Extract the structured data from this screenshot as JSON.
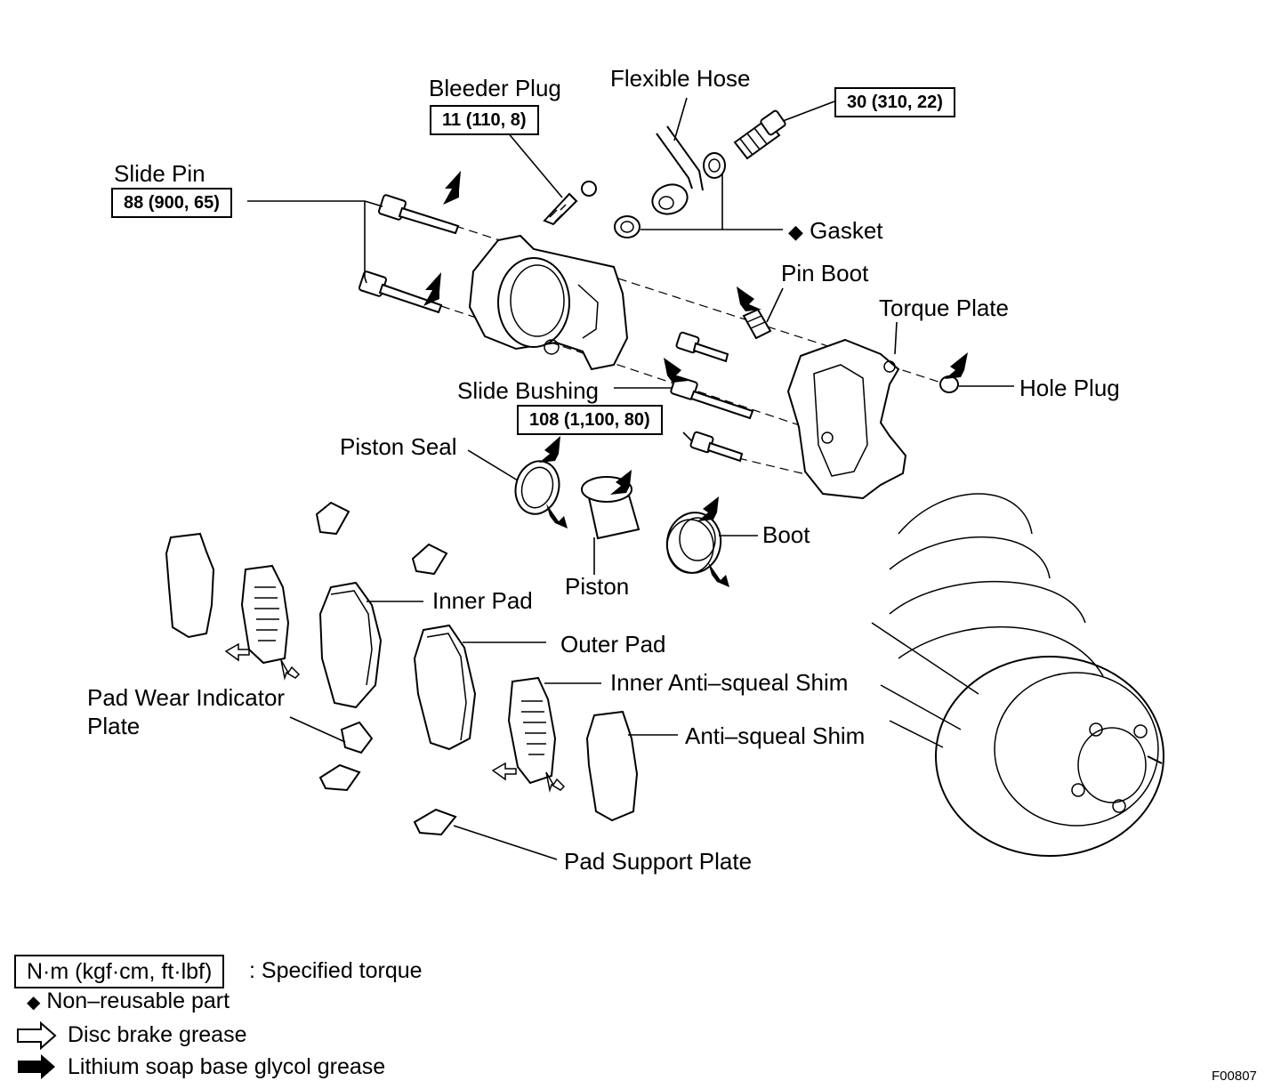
{
  "diagram": {
    "parts": {
      "bleeder_plug": "Bleeder Plug",
      "flexible_hose": "Flexible Hose",
      "slide_pin": "Slide Pin",
      "gasket": "Gasket",
      "pin_boot": "Pin Boot",
      "torque_plate": "Torque Plate",
      "hole_plug": "Hole Plug",
      "slide_bushing": "Slide Bushing",
      "piston_seal": "Piston Seal",
      "boot": "Boot",
      "piston": "Piston",
      "inner_pad": "Inner Pad",
      "outer_pad": "Outer Pad",
      "inner_anti_squeal_shim": "Inner Anti–squeal Shim",
      "anti_squeal_shim": "Anti–squeal Shim",
      "pad_wear_indicator_plate_line1": "Pad Wear Indicator",
      "pad_wear_indicator_plate_line2": "Plate",
      "pad_support_plate": "Pad Support Plate"
    },
    "torques": {
      "bleeder_plug": "11 (110, 8)",
      "flexible_hose_bolt": "30 (310, 22)",
      "slide_pin": "88 (900, 65)",
      "torque_plate_bolt": "108 (1,100, 80)"
    },
    "gasket_marker": "◆"
  },
  "legend": {
    "torque_unit": "N·m (kgf·cm, ft·lbf)",
    "torque_desc": ": Specified torque",
    "nonreusable_marker": "◆",
    "nonreusable_desc": "Non–reusable part",
    "disc_grease_desc": "Disc brake grease",
    "lithium_grease_desc": "Lithium soap base glycol grease"
  },
  "figure_code": "F00807",
  "colors": {
    "ink": "#000000",
    "paper": "#ffffff"
  }
}
